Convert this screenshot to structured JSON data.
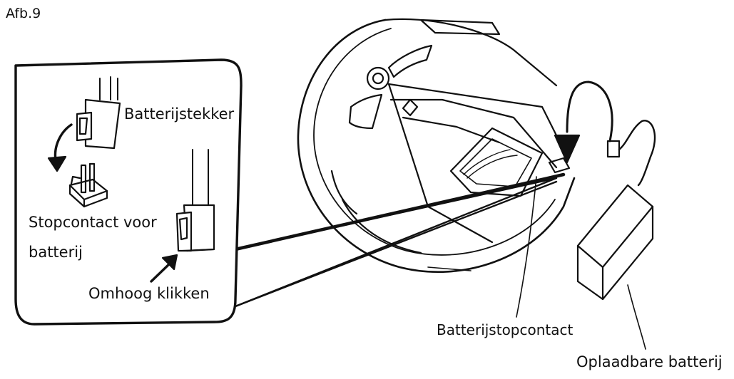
{
  "figure": {
    "label": "Afb.9"
  },
  "labels": {
    "battery_plug": "Batterijstekker",
    "socket_line1": "Stopcontact voor",
    "socket_line2": "batterij",
    "click_up": "Omhoog klikken",
    "battery_socket": "Batterijstopcontact",
    "rechargeable_battery": "Oplaadbare batterij"
  },
  "colors": {
    "line": "#111111",
    "background": "#ffffff"
  }
}
